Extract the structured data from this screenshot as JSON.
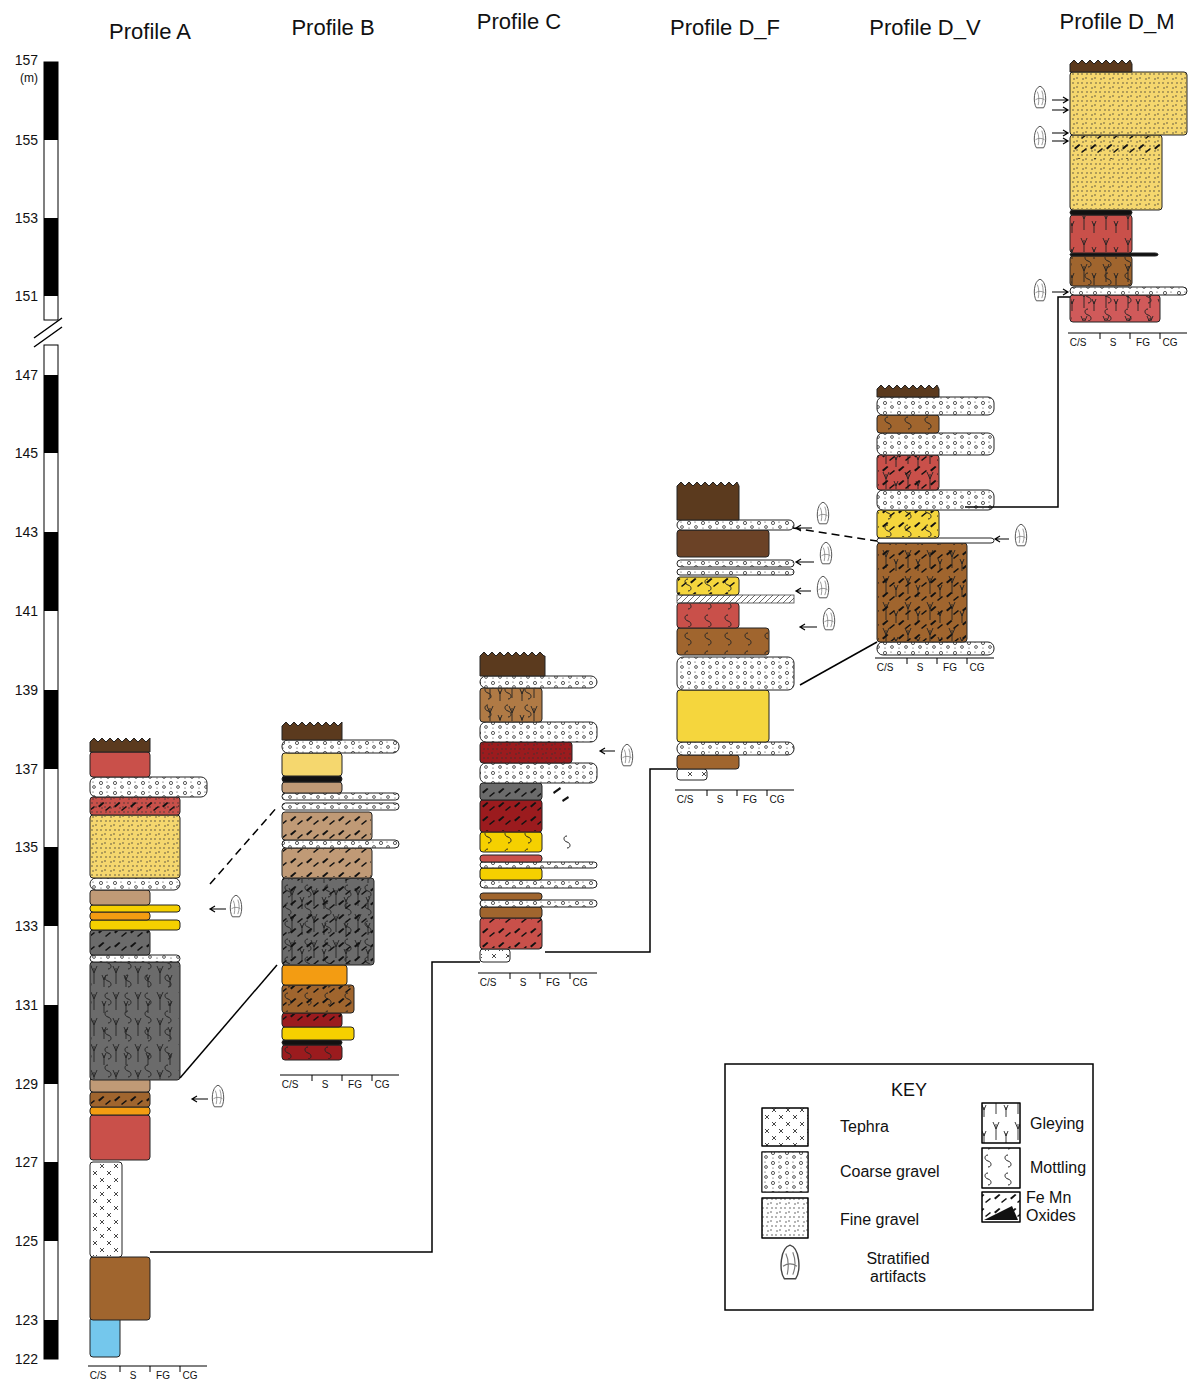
{
  "diagram": {
    "labels": [
      "Profile A",
      "Profile B",
      "Profile C",
      "Profile D_F",
      "Profile D_V",
      "Profile D_M",
      "157",
      "(m)",
      "155",
      "153",
      "151",
      "147",
      "145",
      "143",
      "141",
      "139",
      "137",
      "135",
      "133",
      "131",
      "129",
      "127",
      "125",
      "123",
      "122",
      "C/S",
      "S",
      "FG",
      "CG",
      "C/S",
      "S",
      "FG",
      "CG",
      "C/S",
      "S",
      "FG",
      "CG",
      "C/S",
      "S",
      "FG",
      "CG",
      "C/S",
      "S",
      "FG",
      "CG",
      "C/S",
      "S",
      "FG",
      "CG",
      "KEY"
    ],
    "legend": [
      {
        "text": "Tephra"
      },
      {
        "text": "Coarse gravel"
      },
      {
        "text": "Fine gravel"
      },
      {
        "text": "Stratified artifacts"
      },
      {
        "text": "Gleying"
      },
      {
        "text": "Mottling"
      },
      {
        "text": "Fe Mn Oxides"
      }
    ]
  }
}
